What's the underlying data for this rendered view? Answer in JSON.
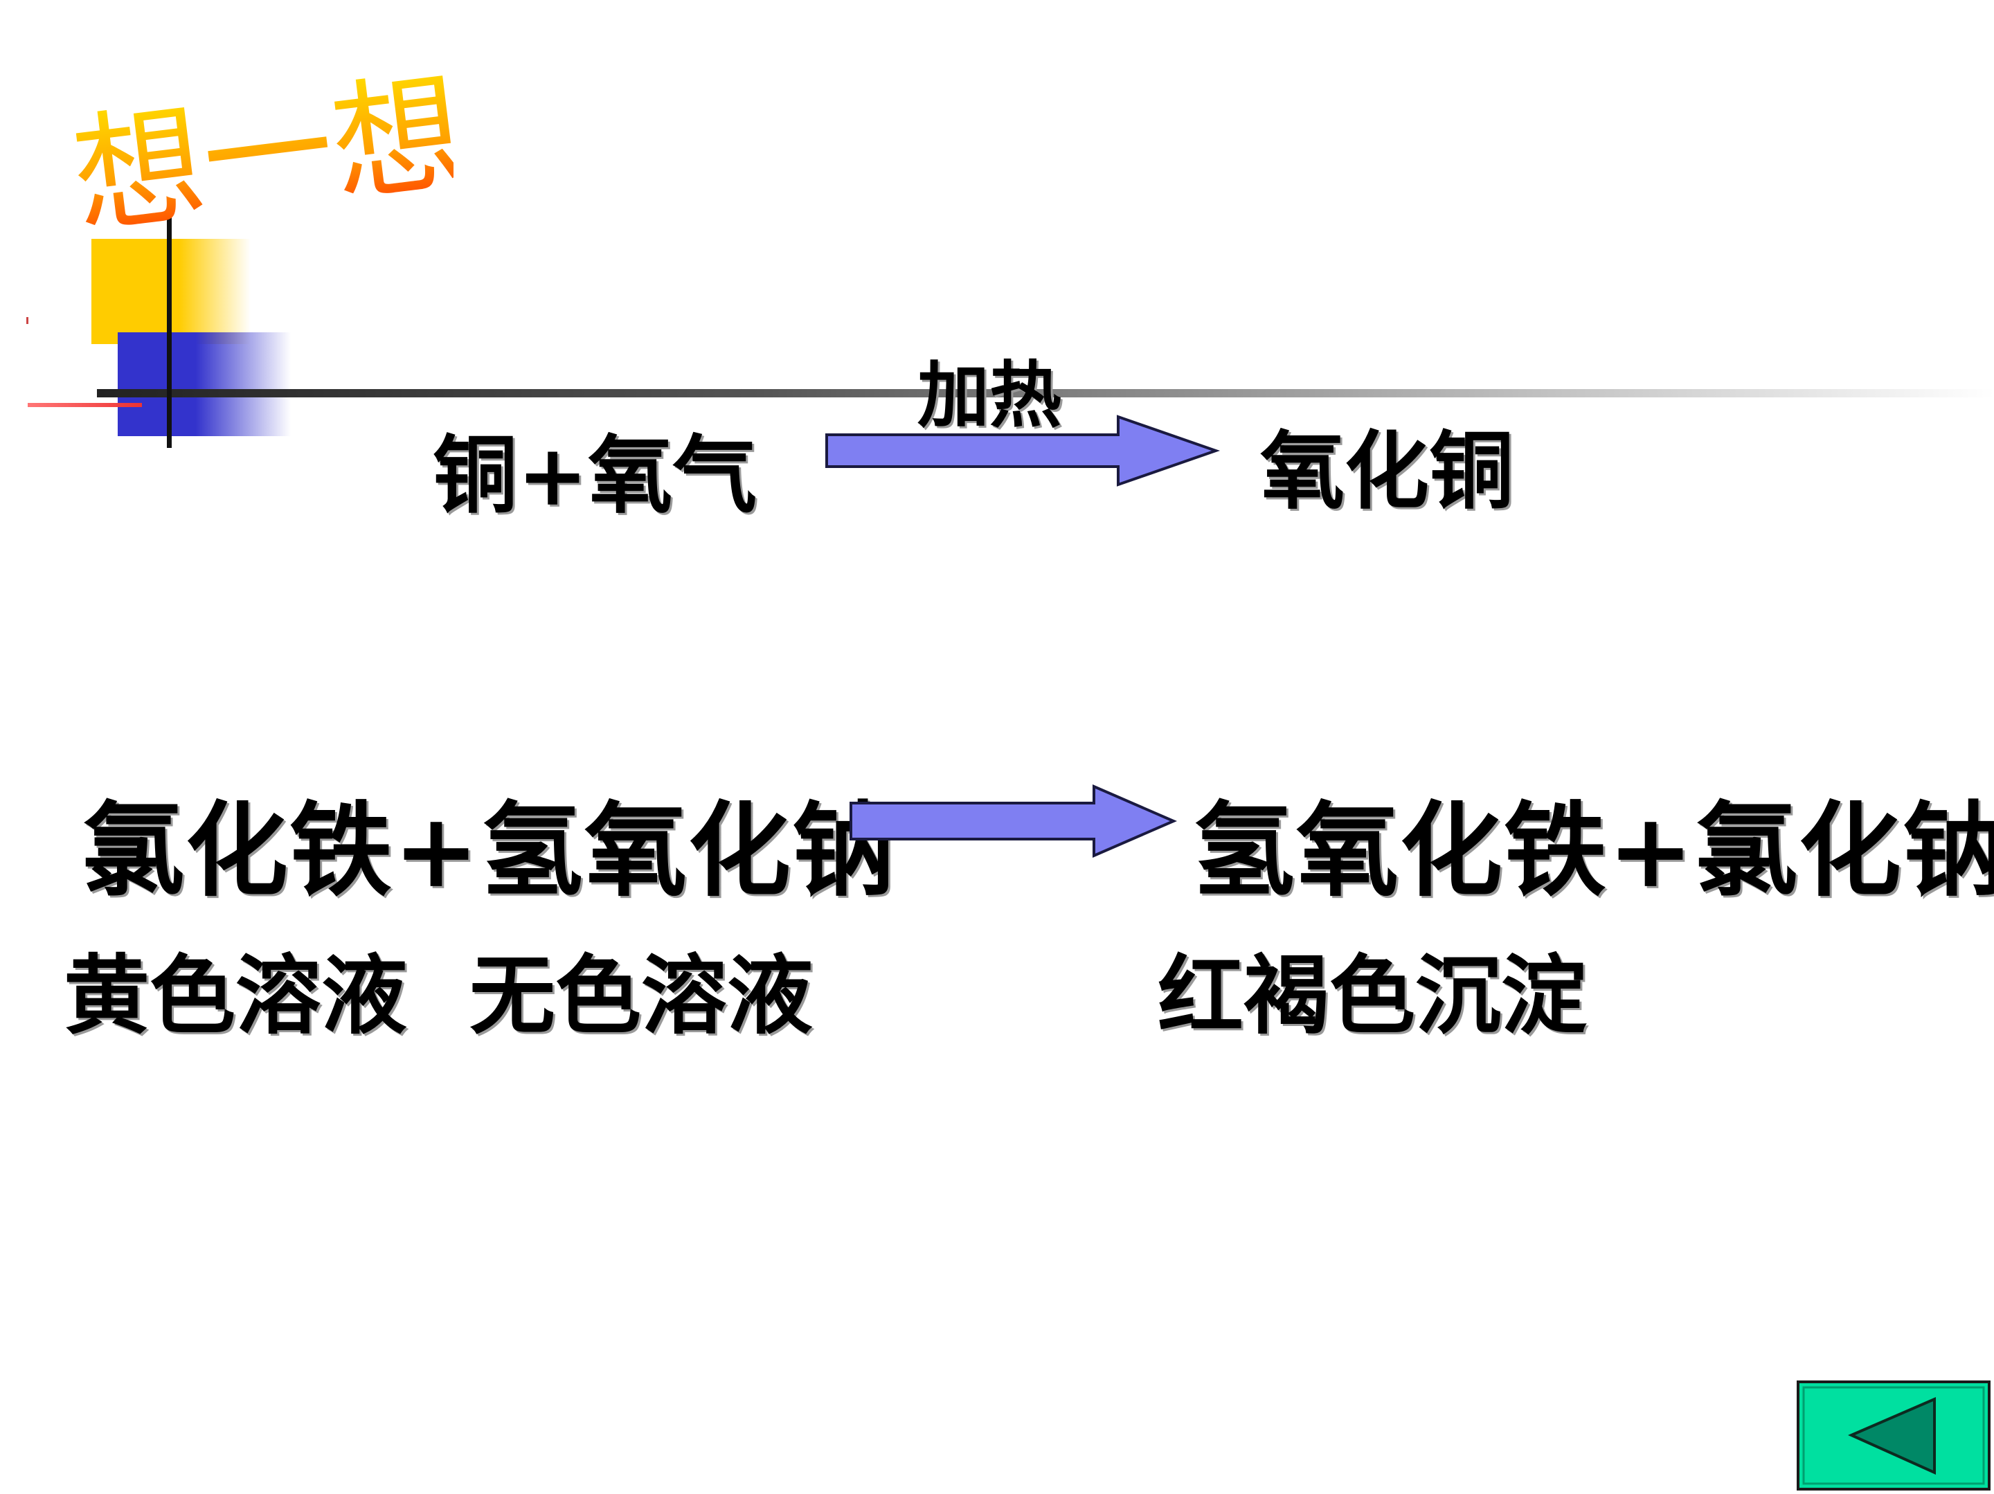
{
  "slide": {
    "title": "想一想",
    "reaction1": {
      "reactants": "铜+氧气",
      "condition": "加热",
      "product": "氧化铜"
    },
    "reaction2": {
      "reactants": "氯化铁+氢氧化钠",
      "products": "氢氧化铁+氯化钠",
      "note_reactant1": "黄色溶液",
      "note_reactant2": "无色溶液",
      "note_product": "红褐色沉淀"
    }
  },
  "controls": {
    "back_button_icon": "left-triangle-icon"
  },
  "colors": {
    "title_gradient_top": "#FFE000",
    "title_gradient_bottom": "#FF3300",
    "arrow_fill": "#7F7FF2",
    "deco_yellow": "#FFCC00",
    "deco_blue": "#3333CC",
    "button_fill": "#00E0A0",
    "button_triangle": "#008866"
  }
}
